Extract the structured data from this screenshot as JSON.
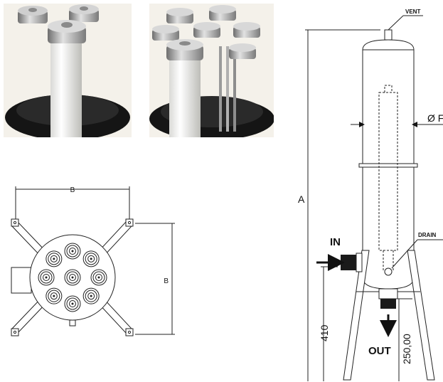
{
  "photos": {
    "left": {
      "name": "filter-cartridges-photo-single"
    },
    "right": {
      "name": "filter-cartridges-photo-multi"
    }
  },
  "plan_view": {
    "dim_width_label": "B",
    "dim_height_label": "B"
  },
  "side_view": {
    "vent_label": "VENT",
    "diameter_label": "Ø F",
    "height_label": "A",
    "inlet_label": "IN",
    "drain_label": "DRAIN",
    "outlet_label": "OUT",
    "dim_inlet_height": "410",
    "dim_outlet_height": "250,00"
  }
}
